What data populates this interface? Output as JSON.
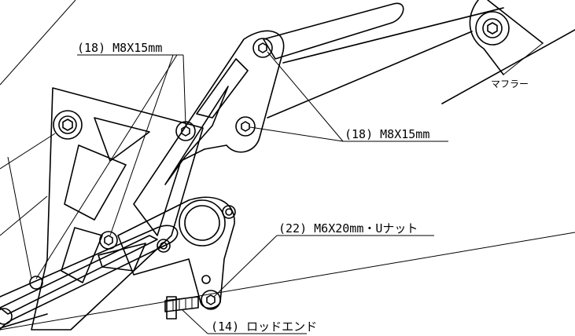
{
  "diagram": {
    "labels": {
      "bolt_top": "(18) M8X15mm",
      "bolt_right": "(18) M8X15mm",
      "muffler": "マフラー",
      "bolt_nut": "(22) M6X20mm・Uナット",
      "rod_end": "(14) ロッドエンド"
    }
  }
}
